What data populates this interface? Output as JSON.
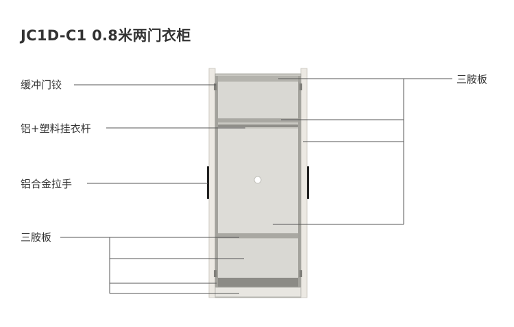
{
  "title": "JC1D-C1 0.8米两门衣柜",
  "labels": {
    "hinge": "缓冲门铰",
    "rail": "铝+塑料挂衣杆",
    "handle": "铝合金拉手",
    "board_left": "三胺板",
    "board_right": "三胺板"
  },
  "colors": {
    "leader_line": "#555555",
    "door_panel": "#ece9e3",
    "cabinet_interior": "#d8d7d2",
    "cabinet_frame": "#b9b8b2",
    "handle": "#222222"
  }
}
